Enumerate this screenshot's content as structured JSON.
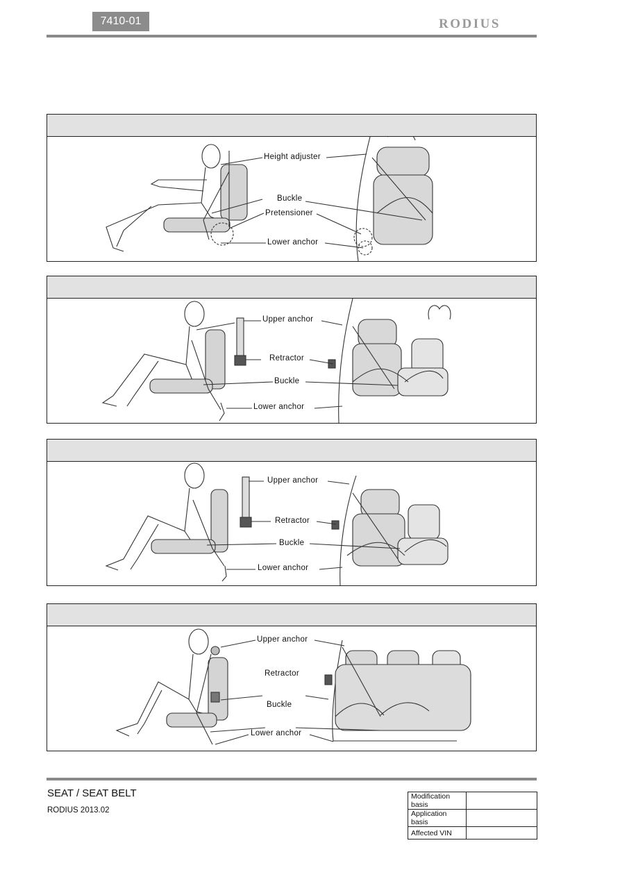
{
  "header": {
    "doc_code": "7410-01",
    "brand": "RODIUS"
  },
  "sections": [
    {
      "labels": [
        "Height adjuster",
        "Buckle",
        "Pretensioner",
        "Lower anchor"
      ]
    },
    {
      "labels": [
        "Upper anchor",
        "Retractor",
        "Buckle",
        "Lower anchor"
      ]
    },
    {
      "labels": [
        "Upper anchor",
        "Retractor",
        "Buckle",
        "Lower anchor"
      ]
    },
    {
      "labels": [
        "Upper anchor",
        "Retractor",
        "Buckle",
        "Lower anchor"
      ]
    }
  ],
  "footer": {
    "title": "SEAT / SEAT BELT",
    "subtitle": "RODIUS 2013.02",
    "meta": [
      {
        "key": "Modification basis",
        "value": ""
      },
      {
        "key": "Application basis",
        "value": ""
      },
      {
        "key": "Affected VIN",
        "value": ""
      }
    ]
  }
}
